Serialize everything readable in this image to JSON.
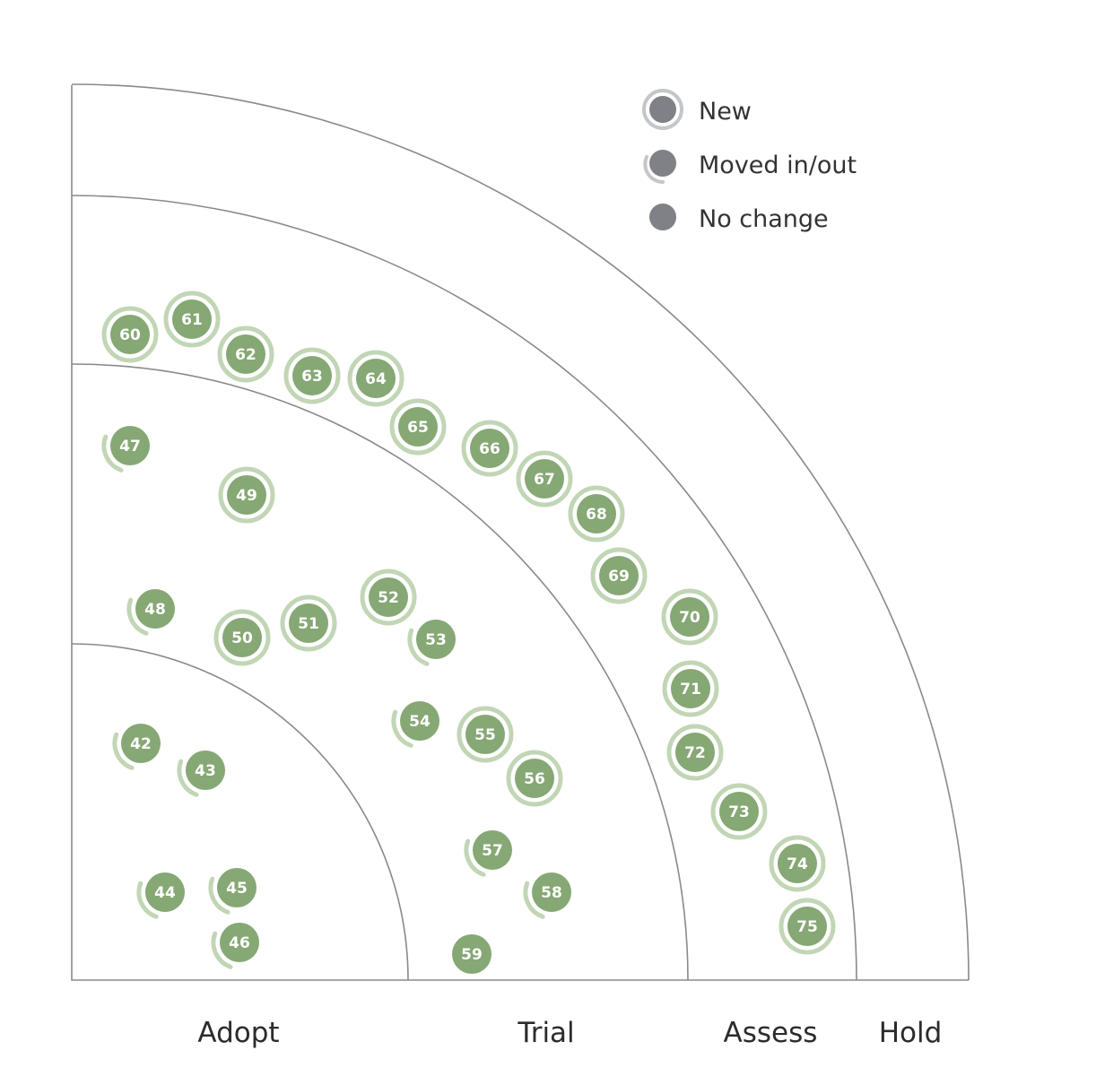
{
  "colors": {
    "blip": "#86a874",
    "blip_ring": "#c2d6b6",
    "legend_dot": "#7f8186",
    "legend_ring": "#c4c6c9"
  },
  "legend": [
    {
      "status": "new",
      "label": "New"
    },
    {
      "status": "moved",
      "label": "Moved in/out"
    },
    {
      "status": "no_change",
      "label": "No change"
    }
  ],
  "rings": [
    "Adopt",
    "Trial",
    "Assess",
    "Hold"
  ],
  "blips": [
    {
      "id": "42",
      "ring": "Adopt",
      "status": "moved"
    },
    {
      "id": "43",
      "ring": "Adopt",
      "status": "moved"
    },
    {
      "id": "44",
      "ring": "Adopt",
      "status": "moved"
    },
    {
      "id": "45",
      "ring": "Adopt",
      "status": "moved"
    },
    {
      "id": "46",
      "ring": "Adopt",
      "status": "moved"
    },
    {
      "id": "47",
      "ring": "Trial",
      "status": "moved"
    },
    {
      "id": "48",
      "ring": "Trial",
      "status": "moved"
    },
    {
      "id": "49",
      "ring": "Trial",
      "status": "new"
    },
    {
      "id": "50",
      "ring": "Trial",
      "status": "new"
    },
    {
      "id": "51",
      "ring": "Trial",
      "status": "new"
    },
    {
      "id": "52",
      "ring": "Trial",
      "status": "new"
    },
    {
      "id": "53",
      "ring": "Trial",
      "status": "moved"
    },
    {
      "id": "54",
      "ring": "Trial",
      "status": "moved"
    },
    {
      "id": "55",
      "ring": "Trial",
      "status": "new"
    },
    {
      "id": "56",
      "ring": "Trial",
      "status": "new"
    },
    {
      "id": "57",
      "ring": "Trial",
      "status": "moved"
    },
    {
      "id": "58",
      "ring": "Trial",
      "status": "moved"
    },
    {
      "id": "59",
      "ring": "Trial",
      "status": "no_change"
    },
    {
      "id": "60",
      "ring": "Assess",
      "status": "new"
    },
    {
      "id": "61",
      "ring": "Assess",
      "status": "new"
    },
    {
      "id": "62",
      "ring": "Assess",
      "status": "new"
    },
    {
      "id": "63",
      "ring": "Assess",
      "status": "new"
    },
    {
      "id": "64",
      "ring": "Assess",
      "status": "new"
    },
    {
      "id": "65",
      "ring": "Assess",
      "status": "new"
    },
    {
      "id": "66",
      "ring": "Assess",
      "status": "new"
    },
    {
      "id": "67",
      "ring": "Assess",
      "status": "new"
    },
    {
      "id": "68",
      "ring": "Assess",
      "status": "new"
    },
    {
      "id": "69",
      "ring": "Assess",
      "status": "new"
    },
    {
      "id": "70",
      "ring": "Assess",
      "status": "new"
    },
    {
      "id": "71",
      "ring": "Assess",
      "status": "new"
    },
    {
      "id": "72",
      "ring": "Assess",
      "status": "new"
    },
    {
      "id": "73",
      "ring": "Assess",
      "status": "new"
    },
    {
      "id": "74",
      "ring": "Assess",
      "status": "new"
    },
    {
      "id": "75",
      "ring": "Assess",
      "status": "new"
    }
  ]
}
